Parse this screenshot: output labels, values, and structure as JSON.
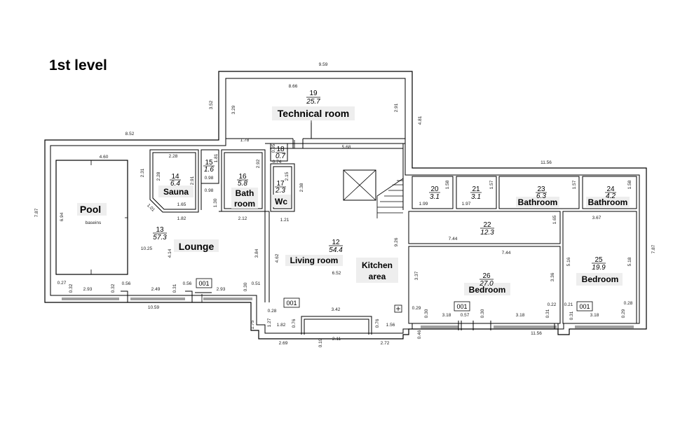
{
  "level_title": "1st level",
  "rooms": [
    {
      "key": "r19",
      "number": "19",
      "area": "25.7",
      "name": "Technical room"
    },
    {
      "key": "r18",
      "number": "18",
      "area": "0.7",
      "name": ""
    },
    {
      "key": "r15",
      "number": "15",
      "area": "1.6",
      "name": ""
    },
    {
      "key": "r14",
      "number": "14",
      "area": "6.4",
      "name": "Sauna"
    },
    {
      "key": "r16",
      "number": "16",
      "area": "5.8",
      "name": "Bath room"
    },
    {
      "key": "r17",
      "number": "17",
      "area": "2.3",
      "name": "Wc"
    },
    {
      "key": "r13",
      "number": "13",
      "area": "57.3",
      "name": "Lounge"
    },
    {
      "key": "r12",
      "number": "12",
      "area": "54.4",
      "name": "Living room"
    },
    {
      "key": "r20",
      "number": "20",
      "area": "3.1",
      "name": ""
    },
    {
      "key": "r21",
      "number": "21",
      "area": "3.1",
      "name": ""
    },
    {
      "key": "r23",
      "number": "23",
      "area": "6.3",
      "name": "Bathroom"
    },
    {
      "key": "r24",
      "number": "24",
      "area": "4.2",
      "name": "Bathroom"
    },
    {
      "key": "r22",
      "number": "22",
      "area": "12.3",
      "name": ""
    },
    {
      "key": "r26",
      "number": "26",
      "area": "27.0",
      "name": "Bedroom"
    },
    {
      "key": "r25",
      "number": "25",
      "area": "19.9",
      "name": "Bedroom"
    }
  ],
  "labels": {
    "pool": "Pool",
    "pool_sub": "baseins",
    "bath_line1": "Bath",
    "bath_line2": "room",
    "kitchen_line1": "Kitchen",
    "kitchen_line2": "area",
    "window_tag": "001"
  },
  "dimensions": {
    "top_959": "9.59",
    "d866": "8.66",
    "d352": "3.52",
    "d329": "3.29",
    "d291a": "2.91",
    "d481": "4.81",
    "d852": "8.52",
    "d178": "1.78",
    "d568": "5.68",
    "d1156a": "11.56",
    "d460": "4.60",
    "d231": "2.31",
    "d228a": "2.28",
    "d228b": "2.28",
    "d291b": "2.91",
    "d181": "1.81",
    "d098a": "0.98",
    "d098b": "0.98",
    "d292": "2.92",
    "d095": "0.95",
    "d074": "0.74",
    "d215": "2.15",
    "d238": "2.38",
    "d158a": "1.58",
    "d157": "1.57",
    "d158b": "1.58",
    "d199": "1.99",
    "d197": "1.97",
    "d787a": "7.87",
    "d694": "6.94",
    "d101": "1.01",
    "d165a": "1.65",
    "d130": "1.30",
    "d182a": "1.82",
    "d212": "2.12",
    "d121": "1.21",
    "d165b": "1.65",
    "d367": "3.67",
    "d926": "9.26",
    "d744a": "7.44",
    "d744b": "7.44",
    "d1025": "10.25",
    "d414": "4.14",
    "d384": "3.84",
    "d462": "4.62",
    "d652": "6.52",
    "d337": "3.37",
    "d336": "3.36",
    "d516": "5.16",
    "d518": "5.18",
    "d787b": "7.87",
    "d027": "0.27",
    "d032a": "0.32",
    "d293a": "2.93",
    "d032b": "0.32",
    "d056a": "0.56",
    "d249": "2.49",
    "d031a": "0.31",
    "d056b": "0.56",
    "d293b": "2.93",
    "d030a": "0.30",
    "d051": "0.51",
    "d1059": "10.59",
    "d028a": "0.28",
    "d342": "3.42",
    "d029a": "0.29",
    "d030b": "0.30",
    "d057": "0.57",
    "d030c": "0.30",
    "d318a": "3.18",
    "d318b": "3.18",
    "d022": "0.22",
    "d031b": "0.31",
    "d021": "0.21",
    "d031c": "0.31",
    "d318c": "3.18",
    "d028b": "0.28",
    "d029b": "0.29",
    "d175": "1.75",
    "d127": "1.27",
    "d182b": "1.82",
    "d076a": "0.76",
    "d076b": "0.76",
    "d156": "1.56",
    "d269": "2.69",
    "d019": "0.19",
    "d211": "2.11",
    "d272": "2.72",
    "d046": "0.46",
    "d1156b": "11.56"
  }
}
